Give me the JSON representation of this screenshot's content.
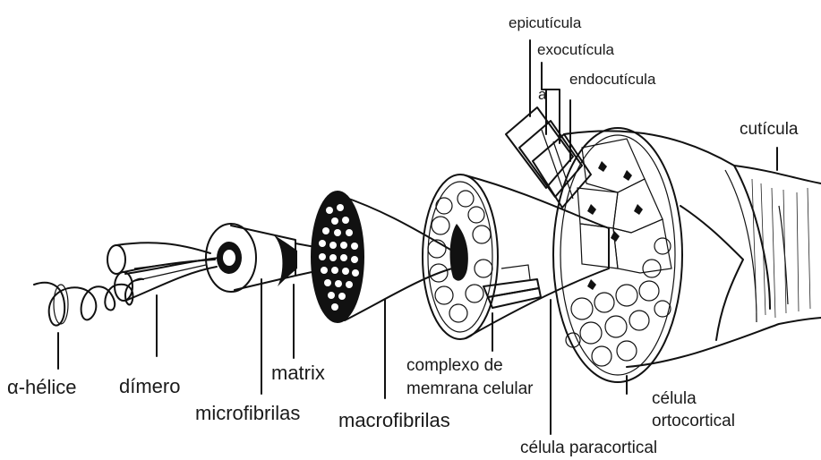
{
  "labels": {
    "alpha_helix": "α-hélice",
    "dimer": "dímero",
    "matrix": "matrix",
    "microfibrils": "microfibrilas",
    "macrofibrils": "macrofibrilas",
    "cell_membrane_complex_l1": "complexo de",
    "cell_membrane_complex_l2": "memrana celular",
    "paracortical_cell": "célula paracortical",
    "orthocortical_cell_l1": "célula",
    "orthocortical_cell_l2": "ortocortical",
    "cuticle": "cutícula",
    "epicuticle": "epicutícula",
    "exocuticle": "exocutícula",
    "endocuticle": "endocutícula",
    "a_marker": "a"
  },
  "colors": {
    "ink": "#111111",
    "background": "#ffffff"
  }
}
